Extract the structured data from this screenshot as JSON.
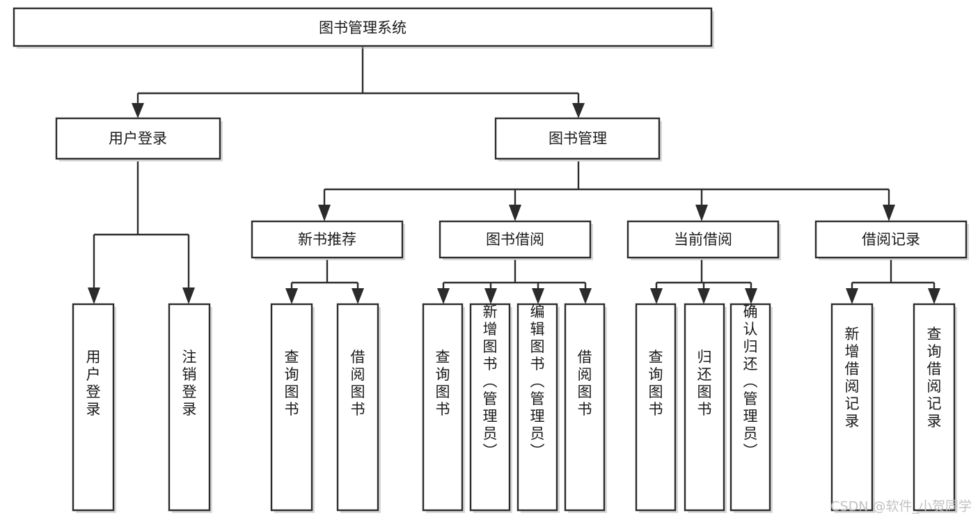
{
  "diagram": {
    "title": "图书管理系统",
    "type": "hierarchy-tree",
    "root": {
      "id": "root",
      "label": "图书管理系统",
      "orientation": "horizontal"
    },
    "level1": [
      {
        "id": "user-login",
        "label": "用户登录",
        "orientation": "horizontal"
      },
      {
        "id": "book-management",
        "label": "图书管理",
        "orientation": "horizontal"
      }
    ],
    "level2": [
      {
        "id": "new-book-recommend",
        "label": "新书推荐",
        "parent": "book-management",
        "orientation": "horizontal"
      },
      {
        "id": "book-borrow",
        "label": "图书借阅",
        "parent": "book-management",
        "orientation": "horizontal"
      },
      {
        "id": "current-borrow",
        "label": "当前借阅",
        "parent": "book-management",
        "orientation": "horizontal"
      },
      {
        "id": "borrow-record",
        "label": "借阅记录",
        "parent": "book-management",
        "orientation": "horizontal"
      }
    ],
    "leaves": [
      {
        "id": "leaf-user-login",
        "label": "用户登录",
        "parent": "user-login",
        "orientation": "vertical"
      },
      {
        "id": "leaf-user-logout",
        "label": "注销登录",
        "parent": "user-login",
        "orientation": "vertical"
      },
      {
        "id": "leaf-query-book-1",
        "label": "查询图书",
        "parent": "new-book-recommend",
        "orientation": "vertical"
      },
      {
        "id": "leaf-borrow-book-1",
        "label": "借阅图书",
        "parent": "new-book-recommend",
        "orientation": "vertical"
      },
      {
        "id": "leaf-query-book-2",
        "label": "查询图书",
        "parent": "book-borrow",
        "orientation": "vertical"
      },
      {
        "id": "leaf-add-book",
        "label": "新增图书（管理员）",
        "parent": "book-borrow",
        "orientation": "vertical"
      },
      {
        "id": "leaf-edit-book",
        "label": "编辑图书（管理员）",
        "parent": "book-borrow",
        "orientation": "vertical"
      },
      {
        "id": "leaf-borrow-book-2",
        "label": "借阅图书",
        "parent": "book-borrow",
        "orientation": "vertical"
      },
      {
        "id": "leaf-query-book-3",
        "label": "查询图书",
        "parent": "current-borrow",
        "orientation": "vertical"
      },
      {
        "id": "leaf-return-book",
        "label": "归还图书",
        "parent": "current-borrow",
        "orientation": "vertical"
      },
      {
        "id": "leaf-confirm-return",
        "label": "确认归还（管理员）",
        "parent": "current-borrow",
        "orientation": "vertical"
      },
      {
        "id": "leaf-add-record",
        "label": "新增借阅记录",
        "parent": "borrow-record",
        "orientation": "vertical"
      },
      {
        "id": "leaf-query-record",
        "label": "查询借阅记录",
        "parent": "borrow-record",
        "orientation": "vertical"
      }
    ]
  },
  "watermark": {
    "text": "CSDN @软件_小贺同学"
  },
  "colors": {
    "box_stroke": "#2b2b2b",
    "box_fill": "#ffffff",
    "text": "#1a1a1a",
    "connector": "#2b2b2b",
    "watermark": "#c2c2c2",
    "background": "#ffffff"
  }
}
